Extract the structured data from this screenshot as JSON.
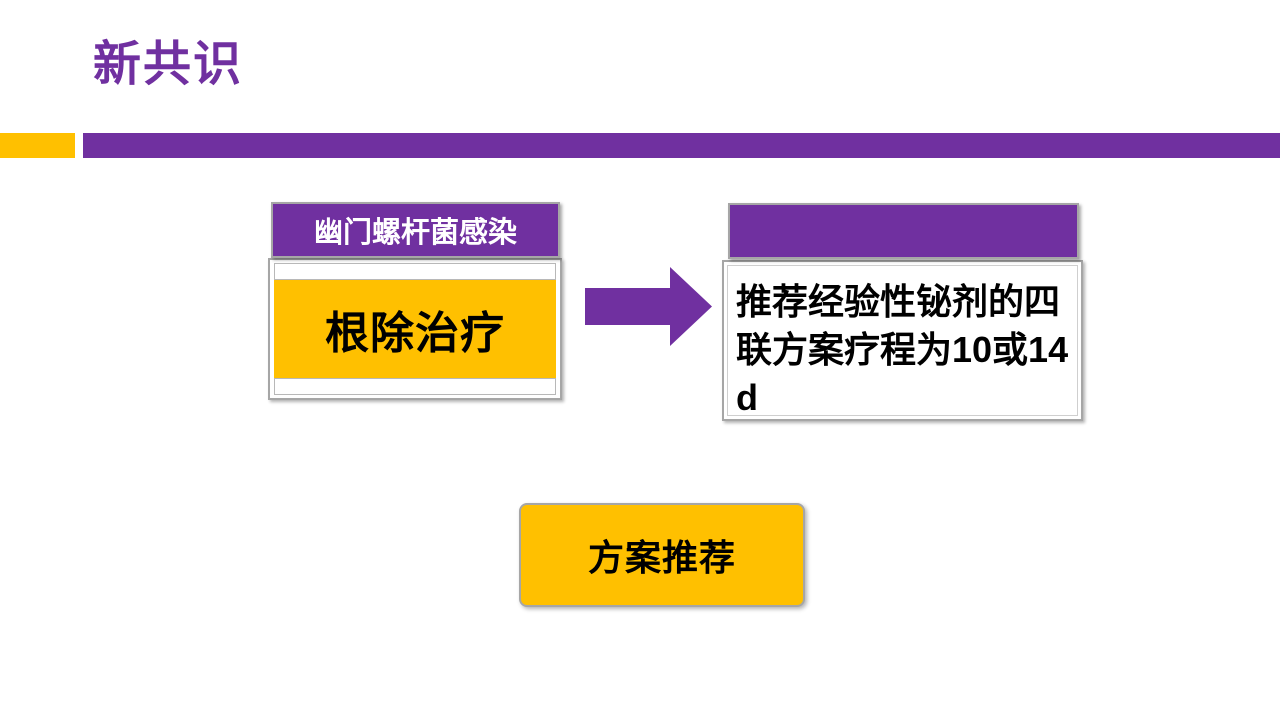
{
  "slide": {
    "title": "新共识",
    "colors": {
      "purple": "#7030A0",
      "gold": "#FFC000",
      "border_gray": "#A6A6A6",
      "text_black": "#000000",
      "white": "#FFFFFF"
    }
  },
  "decorations": {
    "arrow_icon": "right-arrow"
  },
  "left_card": {
    "header_label": "幽门螺杆菌感染",
    "highlight_label": "根除治疗"
  },
  "right_card": {
    "header_label": "",
    "body_text": "推荐经验性铋剂的四联方案疗程为10或14d"
  },
  "action_button": {
    "label": "方案推荐"
  }
}
